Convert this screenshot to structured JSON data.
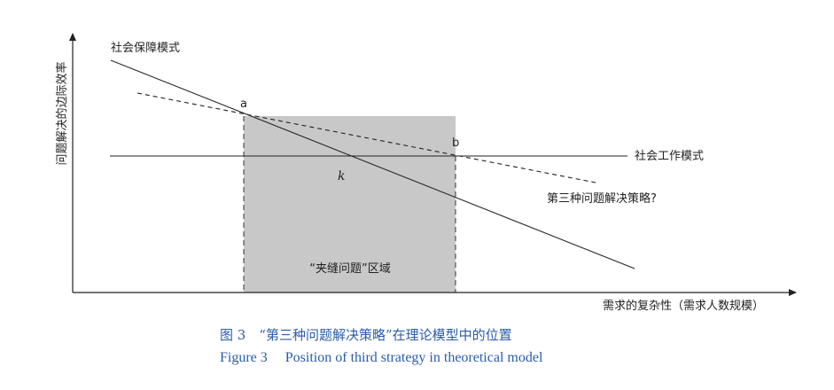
{
  "diagram": {
    "y_axis_label": "问题解决的边际效率",
    "x_axis_label": "需求的复杂性（需求人数规模）",
    "lines": {
      "social_security_label": "社会保障模式",
      "social_work_label": "社会工作模式",
      "third_strategy_label": "第三种问题解决策略?"
    },
    "points": {
      "a": "a",
      "b": "b",
      "k": "k"
    },
    "region_label": "“夹缝问题”区域",
    "colors": {
      "region_fill": "#c8c8c8",
      "line": "#222222",
      "caption": "#2a5ca8"
    }
  },
  "caption": {
    "zh": "图 3　“第三种问题解决策略”在理论模型中的位置",
    "en": "Figure 3     Position of third strategy in theoretical model"
  }
}
